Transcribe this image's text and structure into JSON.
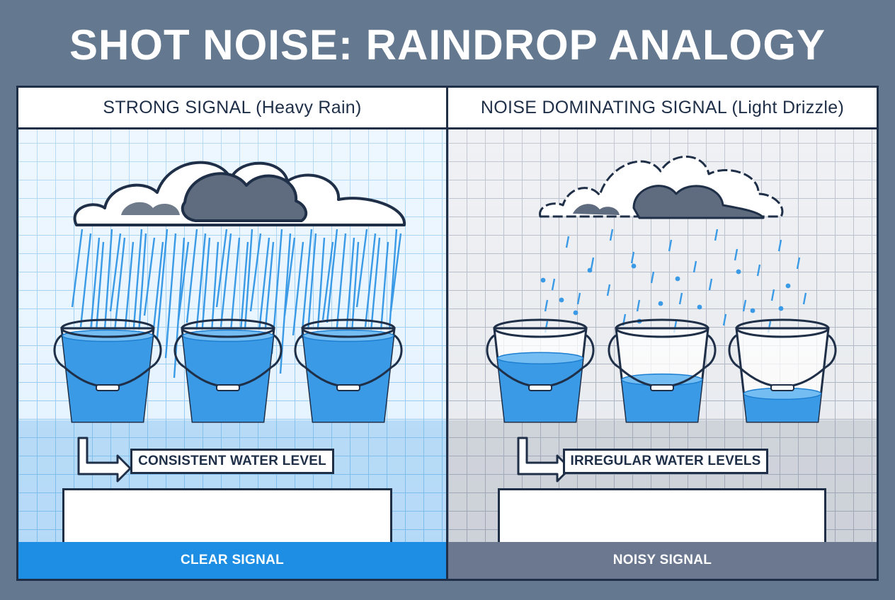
{
  "title": "SHOT NOISE: RAINDROP ANALOGY",
  "left_panel": {
    "header": "STRONG SIGNAL (Heavy Rain)",
    "caption": "CONSISTENT WATER LEVEL",
    "signal_label": "CLEAR SIGNAL",
    "bucket_fill_levels": [
      0.92,
      0.92,
      0.92
    ]
  },
  "right_panel": {
    "header": "NOISE DOMINATING SIGNAL (Light Drizzle)",
    "caption": "IRREGULAR WATER LEVELS",
    "signal_label": "NOISY SIGNAL",
    "bucket_fill_levels": [
      0.68,
      0.45,
      0.3
    ]
  },
  "colors": {
    "water": "#3a9ae6",
    "water_dark": "#1d7fd1",
    "cloud": "#5f6b7e",
    "outline": "#1f2f48",
    "clear_bar": "#1d8ee3",
    "noisy_bar": "#6b7890"
  },
  "icons": {
    "cloud": "cloud-icon",
    "bucket": "bucket-icon",
    "arrow": "corner-arrow-icon"
  }
}
